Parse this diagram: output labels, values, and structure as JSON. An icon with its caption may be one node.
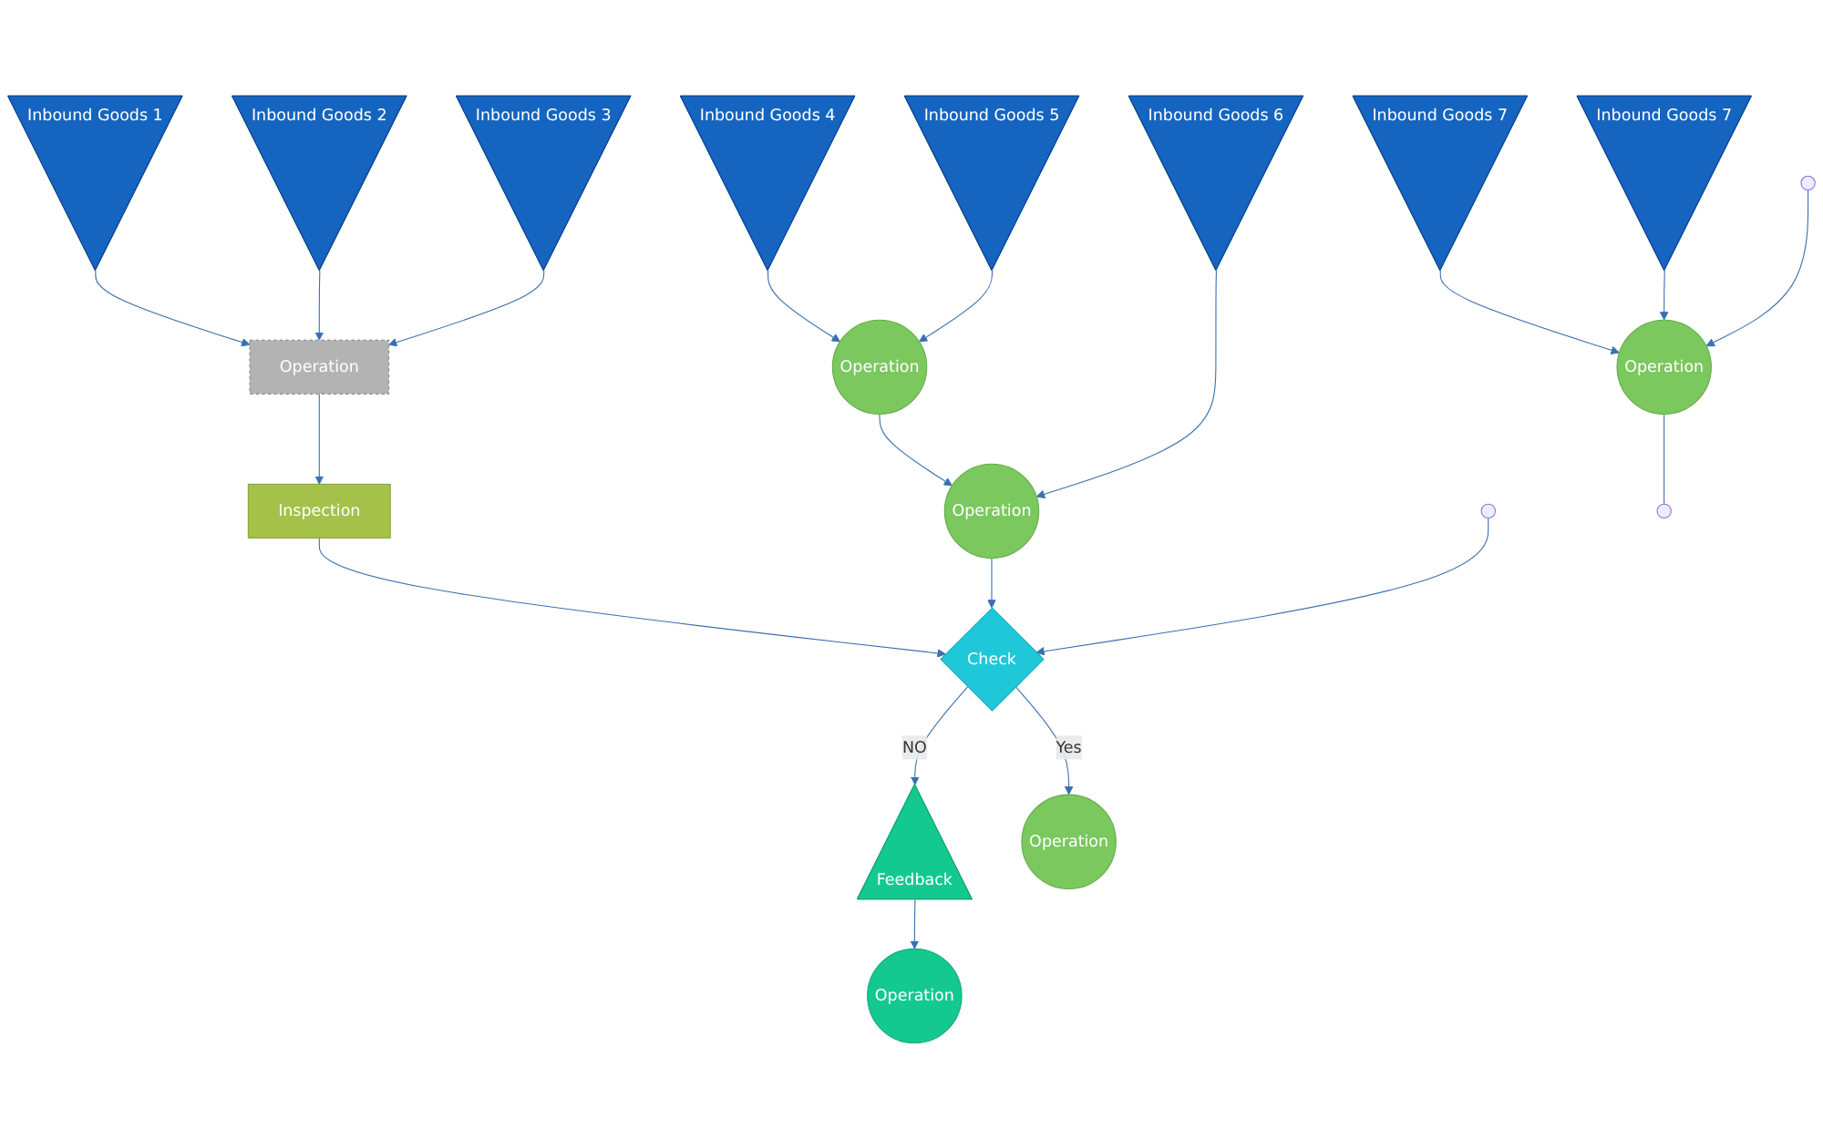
{
  "diagram": {
    "nodes": [
      {
        "text": [
          "Inbound Goods 1"
        ]
      },
      {
        "text": [
          "Inbound Goods 2"
        ]
      },
      {
        "text": [
          "Inbound Goods 3"
        ]
      },
      {
        "text": [
          "Inbound Goods 4"
        ]
      },
      {
        "text": [
          "Inbound Goods 5"
        ]
      },
      {
        "text": [
          "Inbound Goods 6"
        ]
      },
      {
        "text": [
          "Operation"
        ]
      },
      {
        "text": [
          "Inspection"
        ]
      },
      {
        "text": [
          "Operation"
        ]
      },
      {
        "text": [
          "Operation"
        ]
      },
      {
        "text": [
          "Check"
        ]
      },
      {
        "text": [
          "Feedback"
        ]
      },
      {
        "text": [
          "Operation"
        ]
      },
      {
        "text": [
          "Inbound Goods 7"
        ]
      },
      {
        "text": [
          "Operation"
        ]
      },
      {
        "text": [
          "Inbound Goods 7"
        ]
      },
      {
        "text": [
          "Operation"
        ]
      }
    ],
    "edges": [
      {
        "from": 0,
        "to": 6,
        "arrow": "to"
      },
      {
        "from": 1,
        "to": 6,
        "arrow": "to"
      },
      {
        "from": 2,
        "to": 6,
        "arrow": "to"
      },
      {
        "from": 6,
        "to": 7,
        "arrow": "to"
      },
      {
        "from": 3,
        "to": 8,
        "arrow": "to"
      },
      {
        "from": 4,
        "to": 8,
        "arrow": "to"
      },
      {
        "from": 8,
        "to": 9,
        "arrow": "to"
      },
      {
        "from": 5,
        "to": 9,
        "arrow": "to"
      },
      {
        "from": 7,
        "to": 10,
        "arrow": "to"
      },
      {
        "from": 9,
        "to": 10,
        "arrow": "to"
      },
      {
        "from": null,
        "to": 10,
        "arrow": "to"
      },
      {
        "from": 10,
        "to": 11,
        "arrow": "to",
        "label": "NO"
      },
      {
        "from": 11,
        "to": 12,
        "arrow": "to"
      },
      {
        "from": 10,
        "to": 16,
        "arrow": "to",
        "label": "Yes"
      },
      {
        "from": 13,
        "to": 14,
        "arrow": "to"
      },
      {
        "from": 15,
        "to": 14,
        "arrow": "to"
      },
      {
        "from": null,
        "to": 14,
        "arrow": "to"
      },
      {
        "from": 14,
        "to": null,
        "arrow": "none"
      }
    ]
  }
}
